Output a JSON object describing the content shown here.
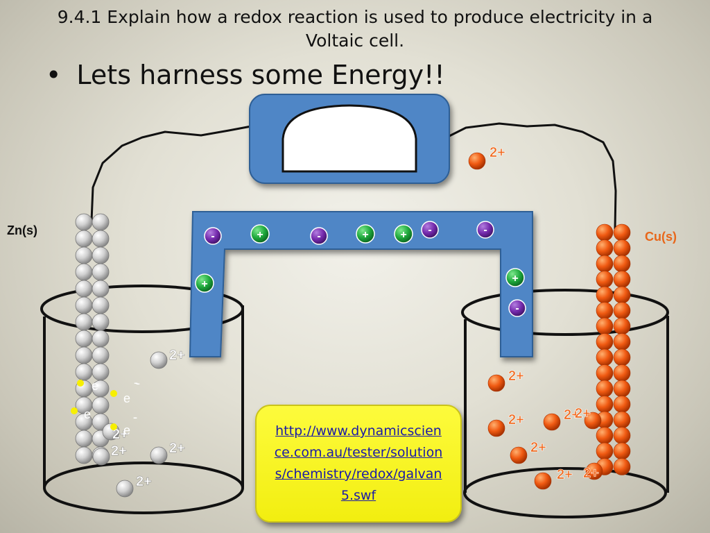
{
  "slide": {
    "title": "9.4.1  Explain how a redox reaction is used to produce electricity in a Voltaic cell.",
    "bullet": "Lets harness some Energy!!"
  },
  "electrodes": {
    "anode_label": "Zn(s)",
    "cathode_label": "Cu(s)"
  },
  "ions": {
    "charge_label": "2+",
    "electron_label": "e",
    "electron_charge": "-",
    "positive_sign": "+",
    "negative_sign": "-"
  },
  "link": {
    "text": "http://www.dynamicscience.com.au/tester/solutions/chemistry/redox/galvan5.swf"
  },
  "colors": {
    "salt_bridge": "#4a7fc0",
    "zinc": "#d6d6d6",
    "copper": "#f0661a",
    "cation": "#22b043",
    "anion": "#7a2fb0",
    "electron": "#f7ef00",
    "link_box": "#f6f21c",
    "cu_label": "#e8671a"
  }
}
